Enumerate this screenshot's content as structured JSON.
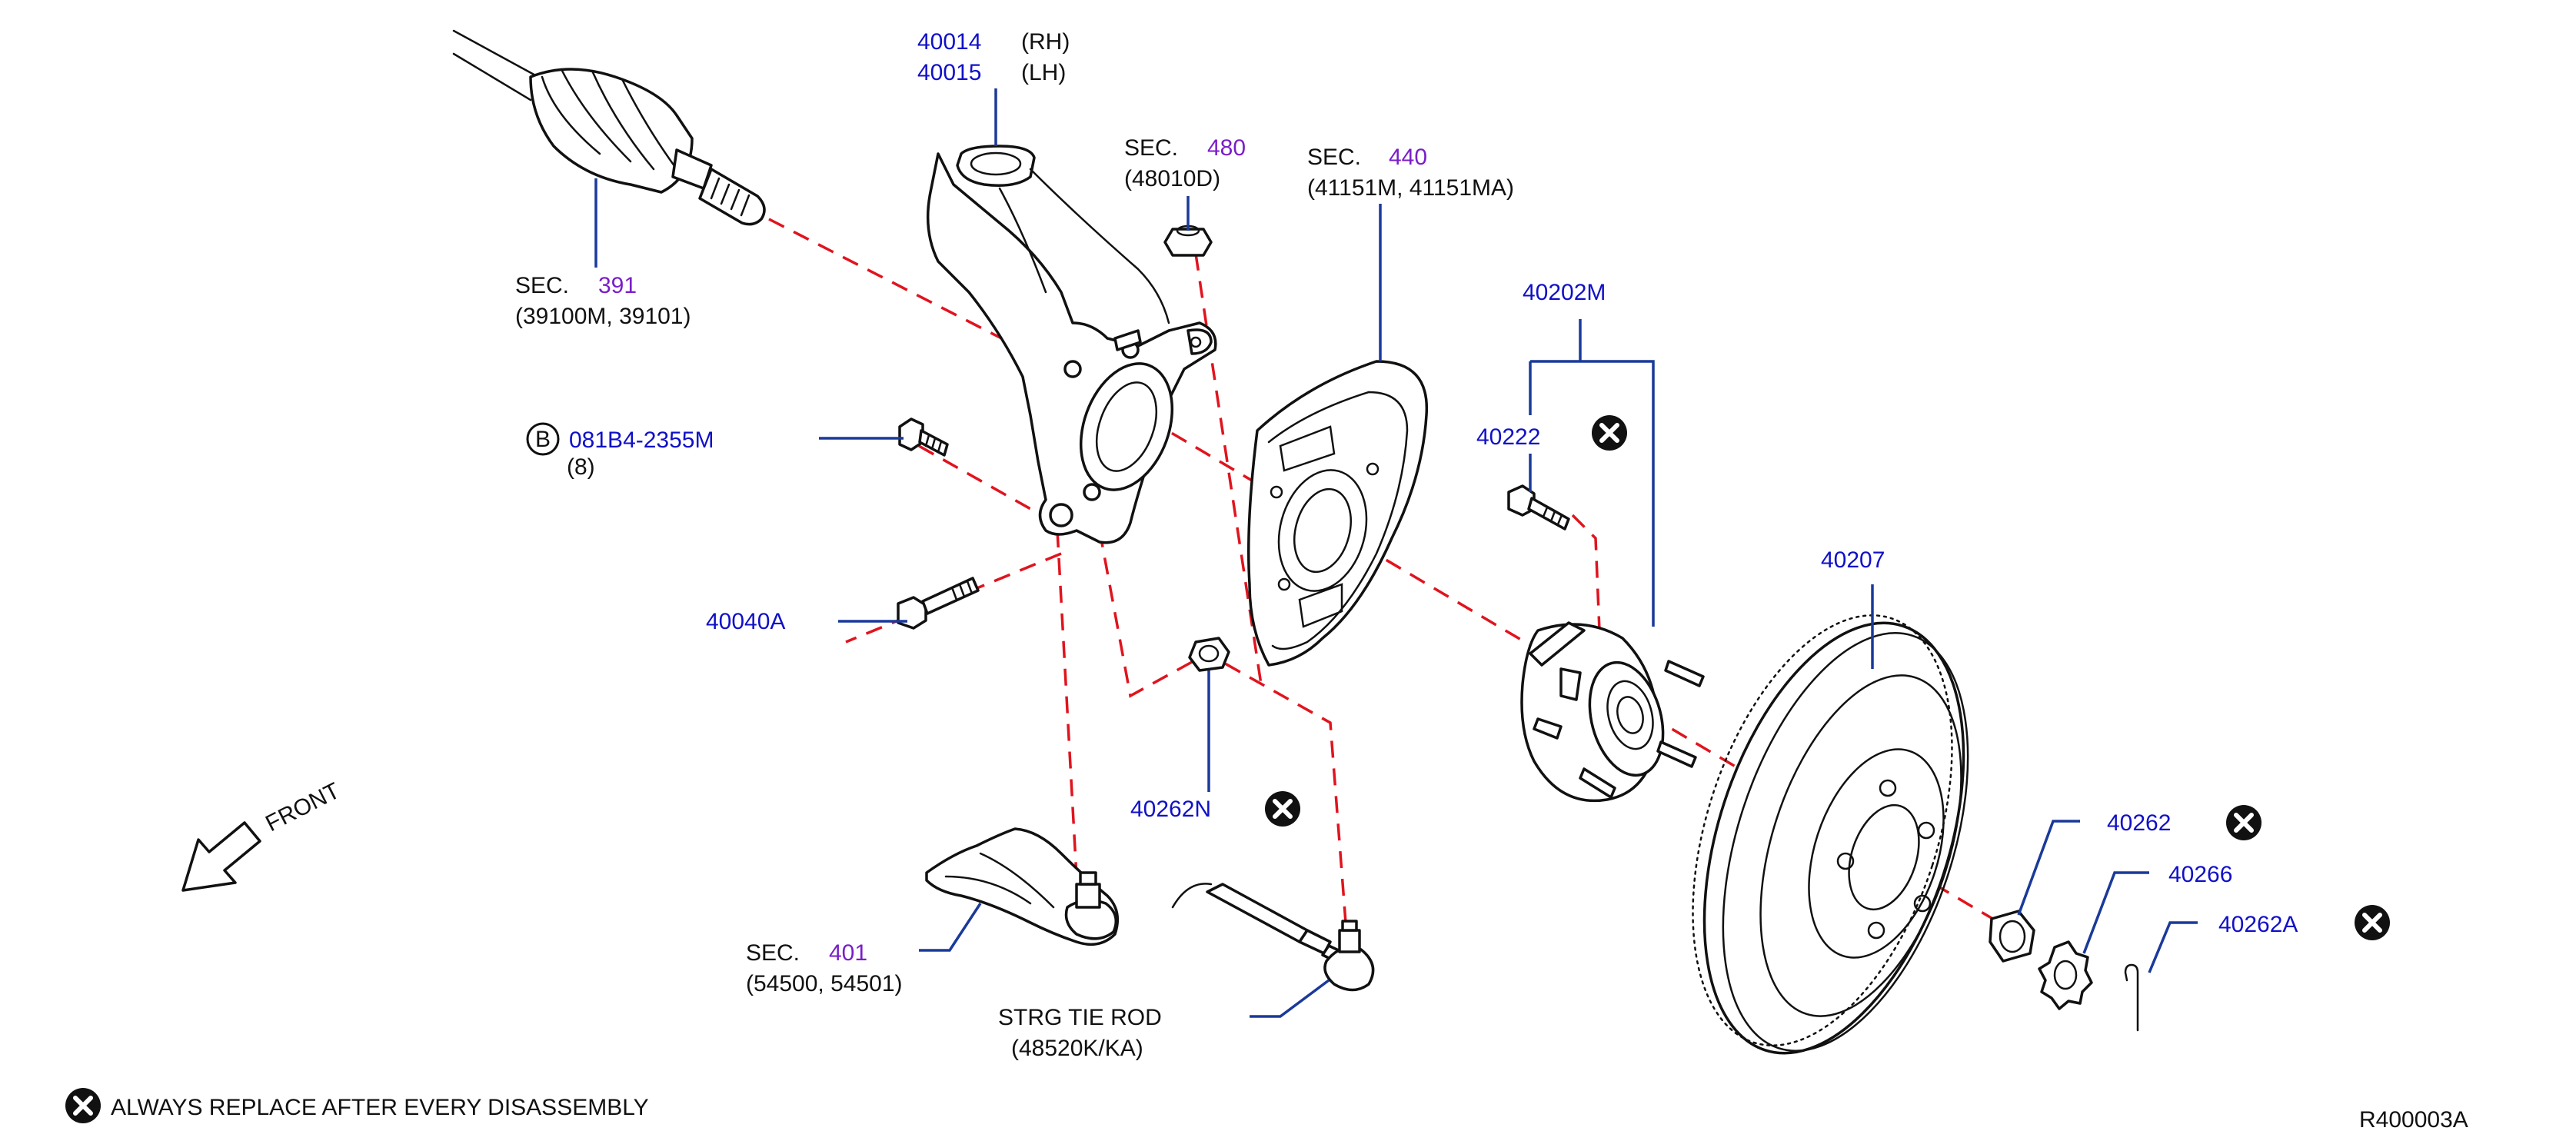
{
  "colors": {
    "part_number": "#1010c8",
    "section_number": "#7a1ec8",
    "text": "#111111",
    "leader": "#1a3a9a",
    "centerline": "#e0141e"
  },
  "knuckle": {
    "pn_rh": "40014",
    "side_rh": "(RH)",
    "pn_lh": "40015",
    "side_lh": "(LH)"
  },
  "drive_shaft": {
    "sec_prefix": "SEC.",
    "sec_num": "391",
    "parts": "(39100M,   39101)"
  },
  "bolt_b": {
    "badge": "B",
    "pn": "081B4-2355M",
    "qty": "(8)"
  },
  "bolt_40040a": {
    "pn": "40040A"
  },
  "nut_480": {
    "sec_prefix": "SEC.",
    "sec_num": "480",
    "parts": "(48010D)"
  },
  "baffle": {
    "sec_prefix": "SEC.",
    "sec_num": "440",
    "parts": "(41151M,   41151MA)"
  },
  "hub": {
    "assembly_pn": "40202M",
    "bolt_pn": "40222"
  },
  "rotor": {
    "pn": "40207"
  },
  "nut_40262n": {
    "pn": "40262N"
  },
  "hub_nut": {
    "pn": "40262"
  },
  "lock_cap": {
    "pn": "40266"
  },
  "cotter_pin": {
    "pn": "40262A"
  },
  "lower_arm": {
    "sec_prefix": "SEC.",
    "sec_num": "401",
    "parts": "(54500,   54501)"
  },
  "tie_rod": {
    "name": "STRG   TIE   ROD",
    "parts": "(48520K/KA)"
  },
  "direction": {
    "label": "FRONT"
  },
  "legend": {
    "text": "ALWAYS   REPLACE   AFTER   EVERY   DISASSEMBLY"
  },
  "diagram_code": {
    "text": "R400003A"
  }
}
